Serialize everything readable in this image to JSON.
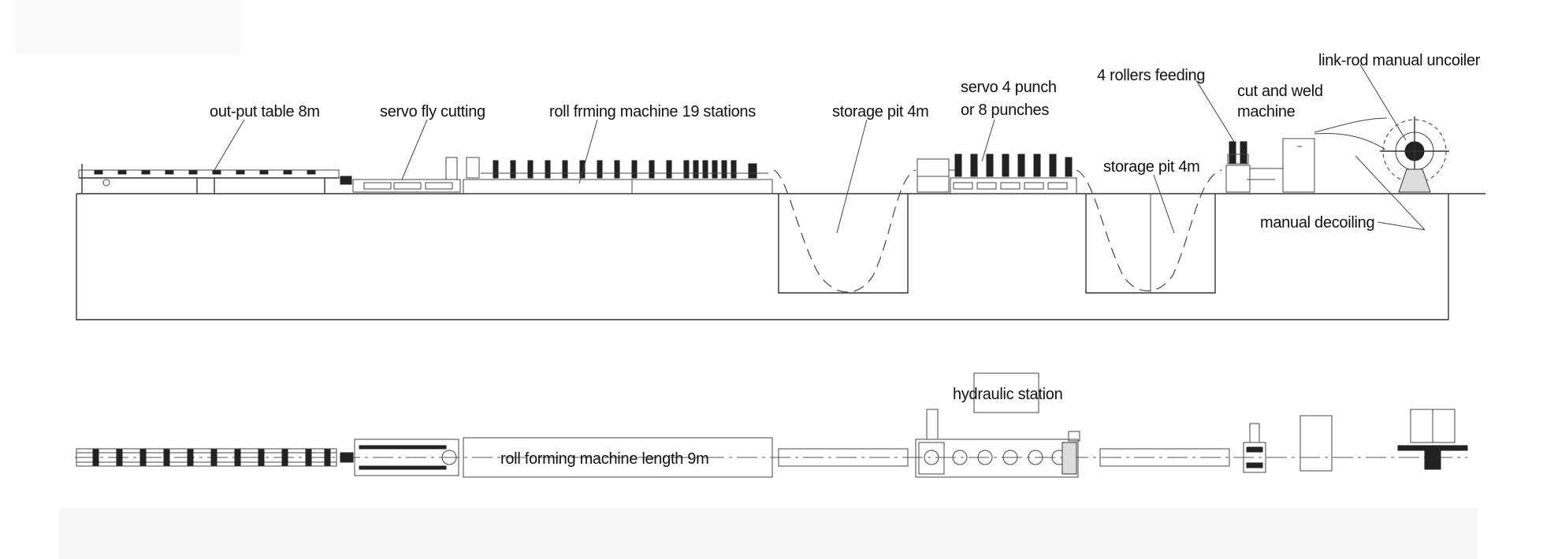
{
  "side_view": {
    "labels": {
      "output_table": "out-put table 8m",
      "fly_cutting": "servo fly cutting",
      "roll_forming": "roll frming machine 19 stations",
      "storage_pit_1": "storage pit 4m",
      "punch_line1": "servo 4 punch",
      "punch_line2": "or 8 punches",
      "rollers_feeding": "4 rollers feeding",
      "cut_weld_line1": "cut and weld",
      "cut_weld_line2": "machine",
      "storage_pit_2": "storage pit 4m",
      "uncoiler": "link-rod manual uncoiler",
      "manual_decoiling": "manual decoiling"
    }
  },
  "top_view": {
    "labels": {
      "hydraulic_station": "hydraulic station",
      "roll_forming_length": "roll forming machine length 9m"
    }
  }
}
